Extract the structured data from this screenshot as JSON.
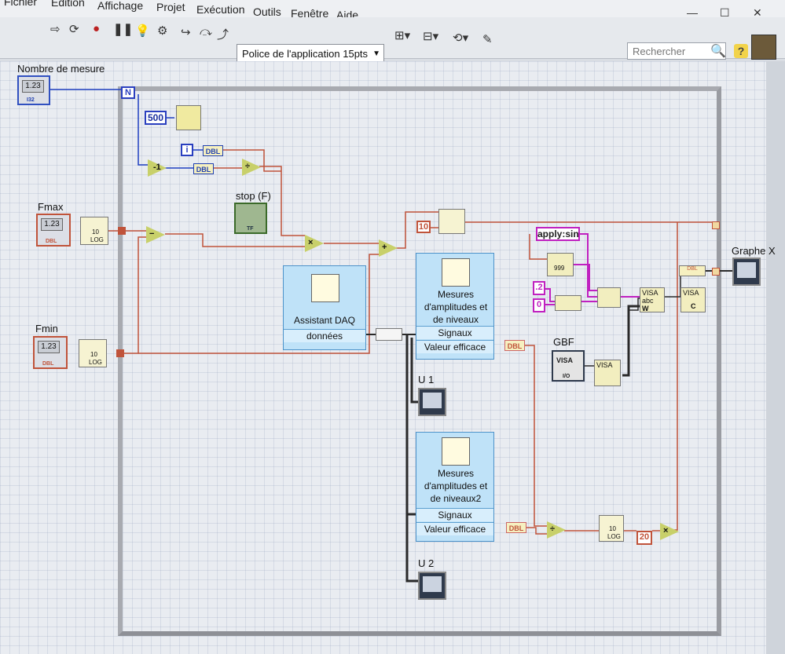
{
  "menu": {
    "items": [
      "Fichier",
      "Edition",
      "Affichage",
      "Projet",
      "Exécution",
      "Outils",
      "Fenêtre",
      "Aide"
    ]
  },
  "toolbar": {
    "font_select": "Police de l'application 15pts",
    "search_placeholder": "Rechercher",
    "icons": [
      "run-arrow-icon",
      "run-continuously-icon",
      "abort-icon",
      "pause-icon",
      "highlight-bulb-icon",
      "retain-wire-icon",
      "step-into-icon",
      "step-over-icon",
      "step-out-icon",
      "align-icon",
      "distribute-icon",
      "reorder-icon",
      "cleanup-icon"
    ]
  },
  "labels": {
    "nombre_de_mesure": "Nombre de mesure",
    "fmax": "Fmax",
    "fmin": "Fmin",
    "stop": "stop (F)",
    "graphe": "Graphe X",
    "gbf": "GBF",
    "u1": "U 1",
    "u2": "U 2"
  },
  "controls": {
    "numeric_display": "1.23",
    "i32_tag": "I32",
    "dbl_tag": "DBL",
    "tf_tag": "TF",
    "log_tag": "LOG",
    "log_ten": "10",
    "n_terminal": "N",
    "i_terminal": "i"
  },
  "constants": {
    "c500": "500",
    "c10": "10",
    "c20": "20",
    "c02": ".2",
    "c0": "0",
    "apply": "apply:sin",
    "c999": "999"
  },
  "conversions": {
    "dbl": "DBL"
  },
  "operators": {
    "minus1": "-1",
    "divide": "÷",
    "minus": "−",
    "multiply": "×",
    "plus": "+"
  },
  "express": {
    "daq_title": "Assistant DAQ",
    "daq_out": "données",
    "amp1_title": "Mesures d'amplitudes et de niveaux",
    "amp2_title": "Mesures d'amplitudes et de niveaux2",
    "signaux": "Signaux",
    "valeur_efficace": "Valeur efficace"
  },
  "visa": {
    "label": "VISA",
    "abc": "abc",
    "w": "W",
    "c": "C",
    "io": "I/O"
  },
  "colors": {
    "blue_wire": "#1f3fbf",
    "orange_wire": "#c0533a",
    "pink_wire": "#c020c0",
    "dark_wire": "#2a2a2a",
    "express_bg": "#bfe2f8"
  }
}
